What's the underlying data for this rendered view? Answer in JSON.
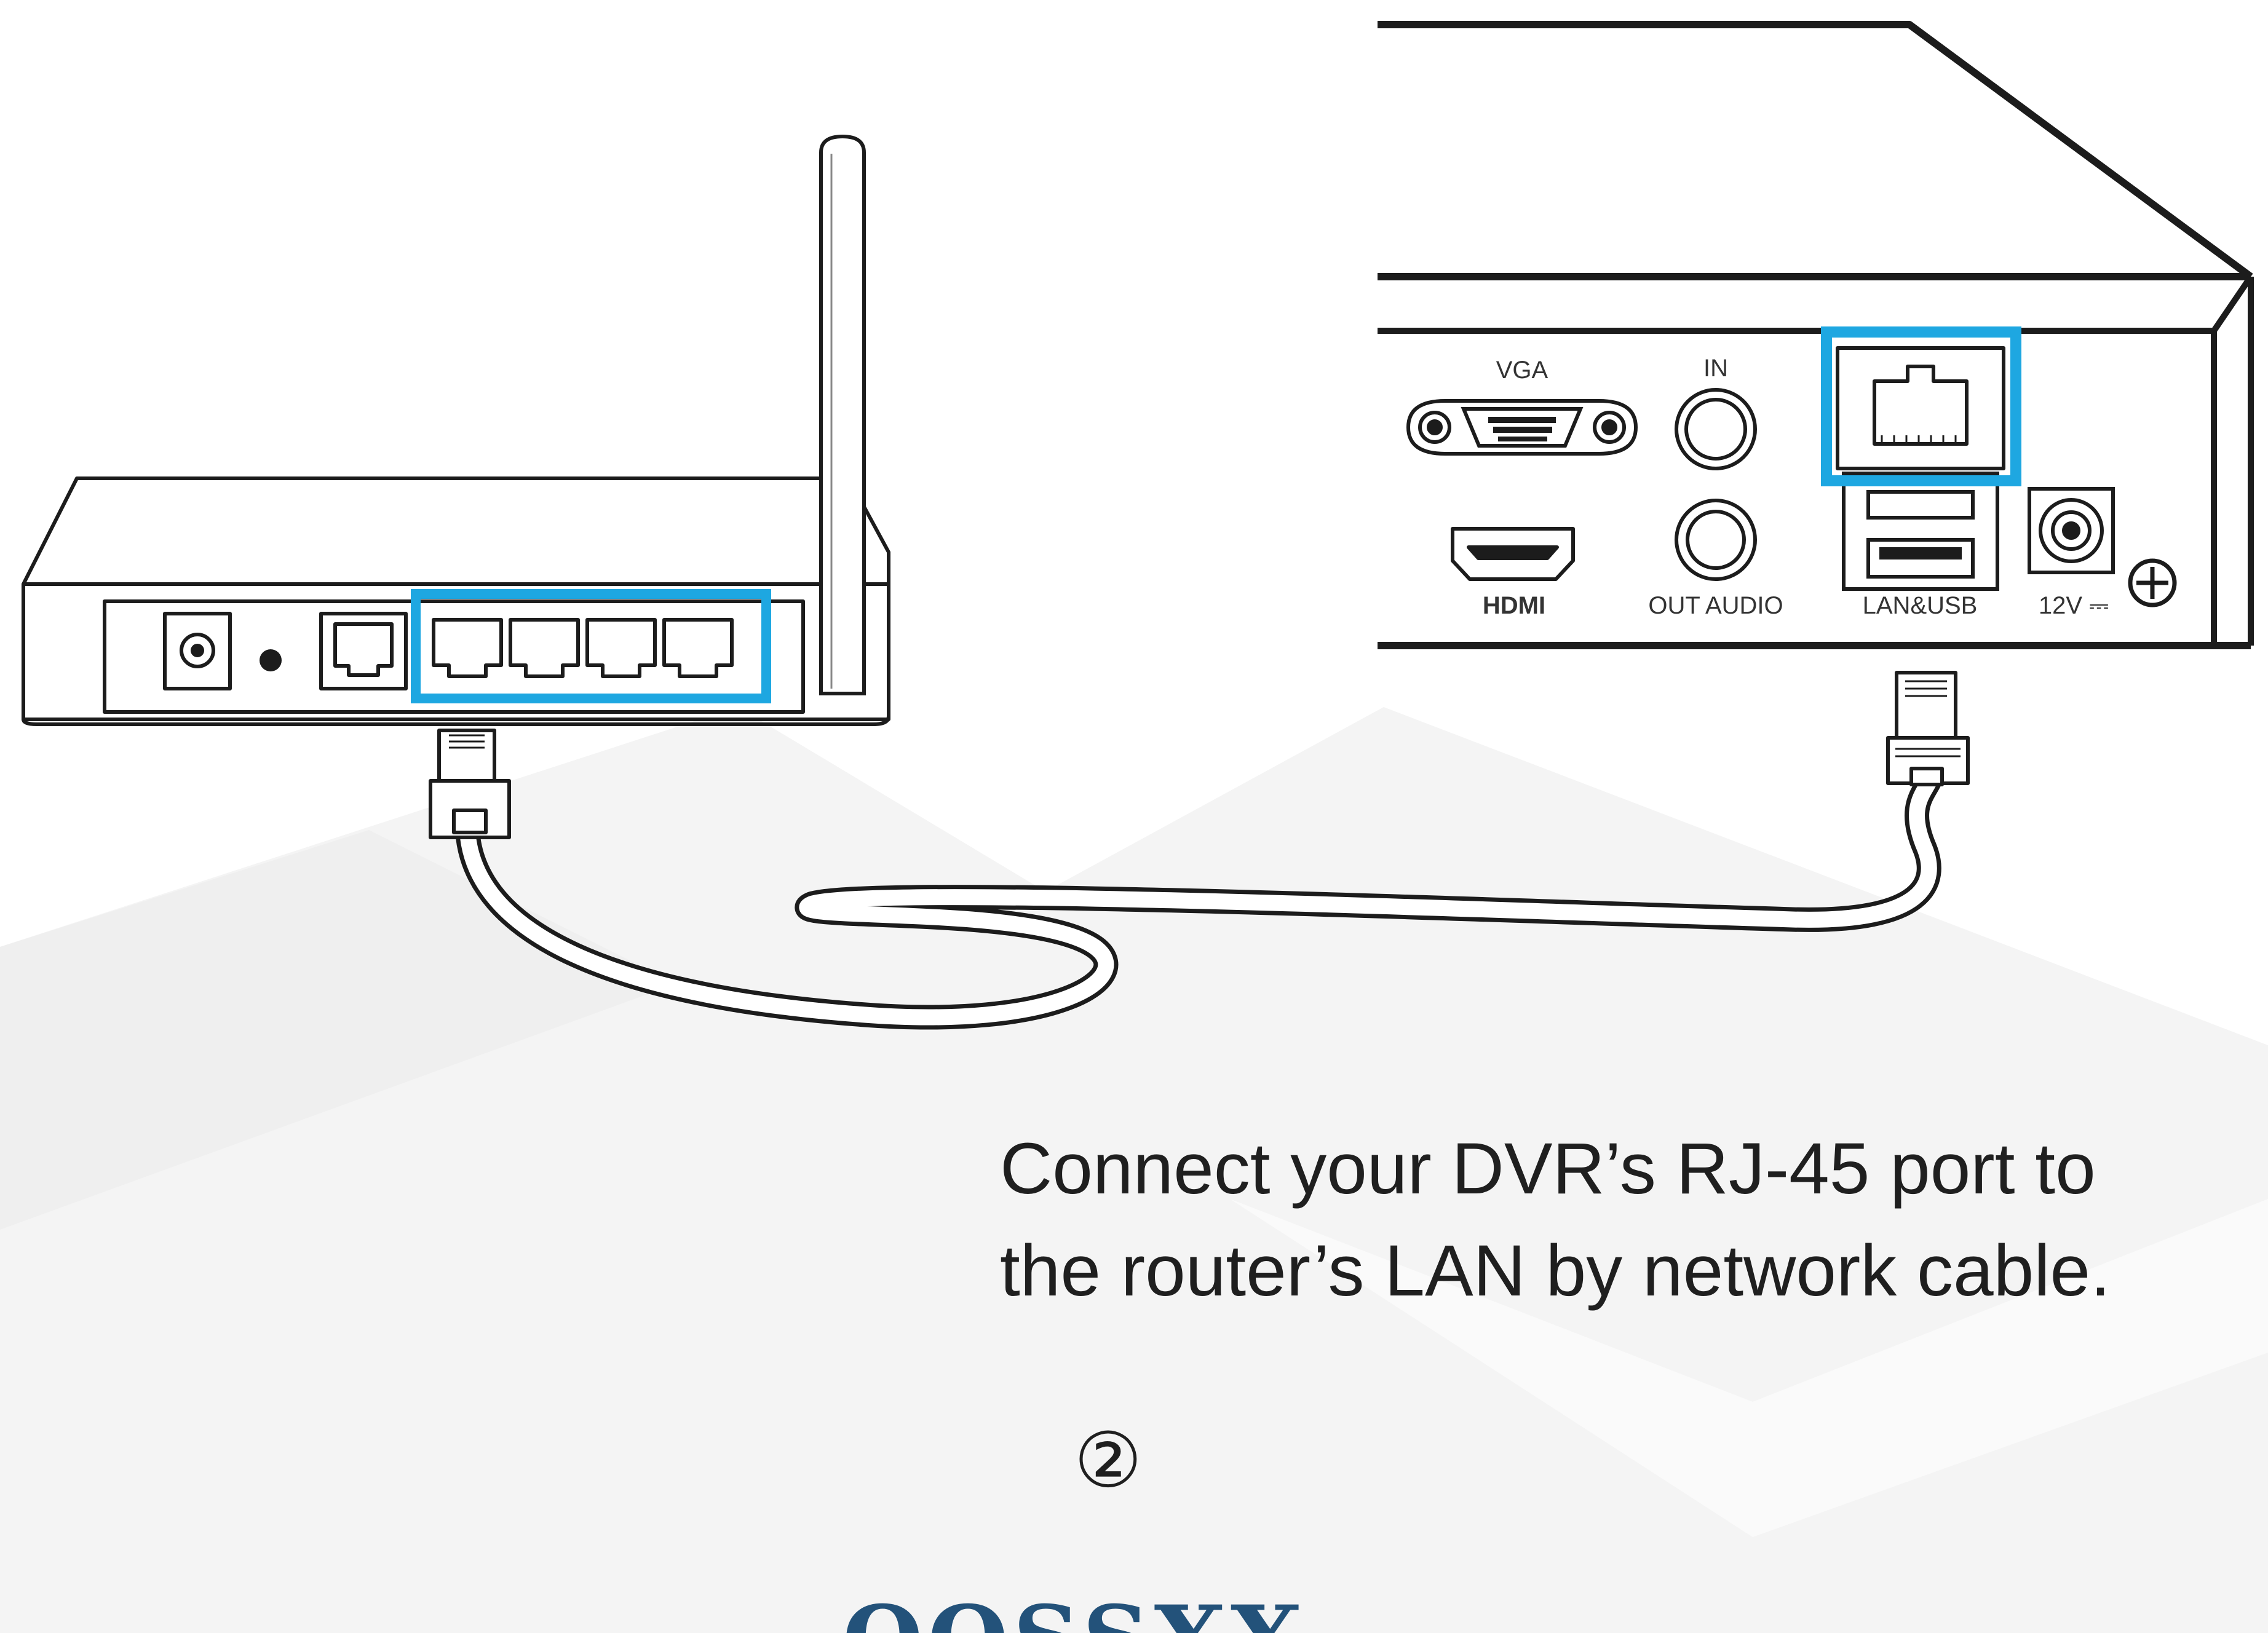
{
  "caption": {
    "line1": "Connect your DVR’s RJ-45 port to",
    "line2": "the router’s LAN by network cable."
  },
  "step_marker": "②",
  "brand": "OOSSXX",
  "dvr_port_labels": {
    "vga": "VGA",
    "in": "IN",
    "hdmi": "HDMI",
    "out_audio": "OUT AUDIO",
    "lan_usb": "LAN&USB",
    "power": "12V ⎓"
  },
  "colors": {
    "highlight": "#1ea7e1",
    "line_art": "#1c1c1c",
    "background_facets": "#f3f3f3",
    "brand": "#23527a"
  },
  "icons": [
    "router-icon",
    "antenna-icon",
    "rj45-port-icon",
    "network-cable-icon",
    "dvr-icon",
    "vga-port-icon",
    "hdmi-port-icon",
    "audio-jack-icon",
    "usb-port-icon",
    "power-jack-icon",
    "ground-icon"
  ]
}
